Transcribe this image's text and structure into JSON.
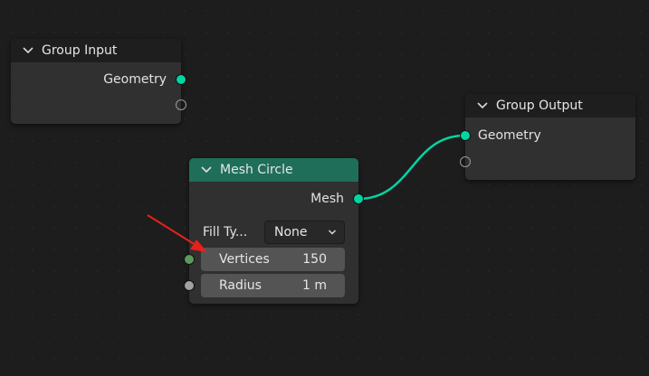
{
  "colors": {
    "canvas": "#1d1d1d",
    "node_body": "#303030",
    "node_header": "#1e1e1e",
    "mesh_header": "#1f6e5a",
    "geometry_socket": "#00d6a3",
    "integer_socket": "#5a9a5a",
    "float_socket": "#a1a1a1",
    "annotation_arrow": "#e8201c"
  },
  "group_input": {
    "title": "Group Input",
    "outputs": {
      "geometry": "Geometry"
    }
  },
  "group_output": {
    "title": "Group Output",
    "inputs": {
      "geometry": "Geometry"
    }
  },
  "mesh_circle": {
    "title": "Mesh Circle",
    "outputs": {
      "mesh": "Mesh"
    },
    "fill_type": {
      "label": "Fill Ty...",
      "value": "None"
    },
    "vertices": {
      "label": "Vertices",
      "value": "150"
    },
    "radius": {
      "label": "Radius",
      "value": "1 m"
    }
  }
}
